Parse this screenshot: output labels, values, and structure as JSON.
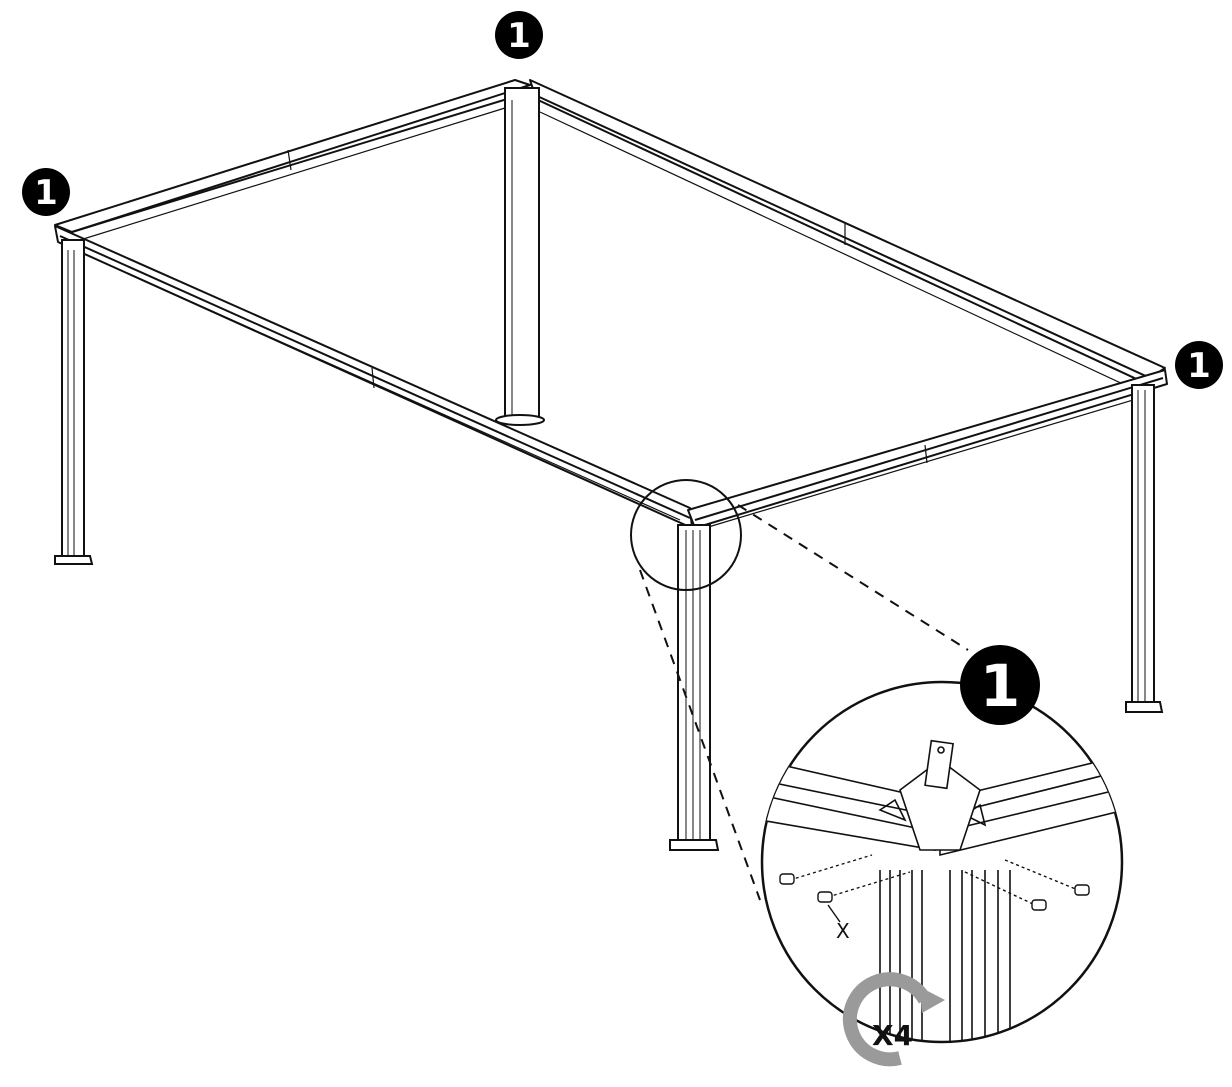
{
  "step_badges": [
    {
      "label": "1"
    },
    {
      "label": "1"
    },
    {
      "label": "1"
    },
    {
      "label": "1"
    }
  ],
  "detail_callout": {
    "screw_label": "X",
    "rotation_label": "X4"
  },
  "colors": {
    "line": "#111111",
    "badge_fill": "#000000",
    "badge_text": "#ffffff",
    "rotation_arrow": "#9a9a9a"
  }
}
